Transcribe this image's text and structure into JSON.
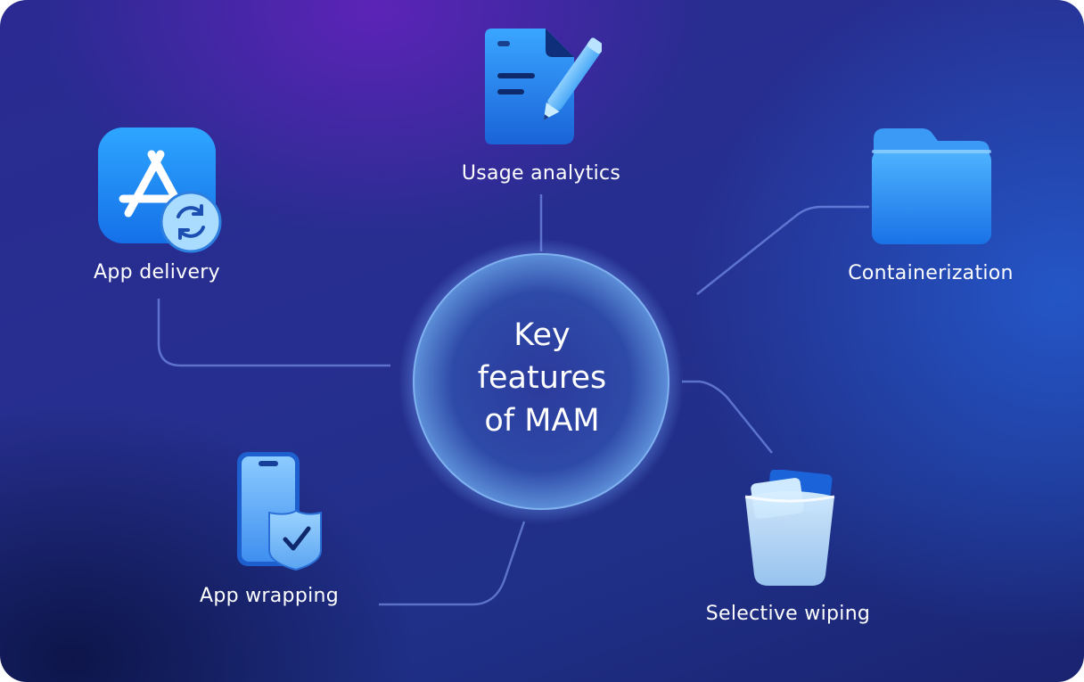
{
  "diagram": {
    "center": {
      "lines": [
        "Key",
        "features",
        "of MAM"
      ]
    },
    "nodes": [
      {
        "id": "usage-analytics",
        "label": "Usage analytics",
        "icon": "document-pencil-icon"
      },
      {
        "id": "app-delivery",
        "label": "App delivery",
        "icon": "app-store-refresh-icon"
      },
      {
        "id": "containerization",
        "label": "Containerization",
        "icon": "folder-icon"
      },
      {
        "id": "app-wrapping",
        "label": "App wrapping",
        "icon": "phone-shield-icon"
      },
      {
        "id": "selective-wiping",
        "label": "Selective wiping",
        "icon": "trash-bin-icon"
      }
    ]
  }
}
